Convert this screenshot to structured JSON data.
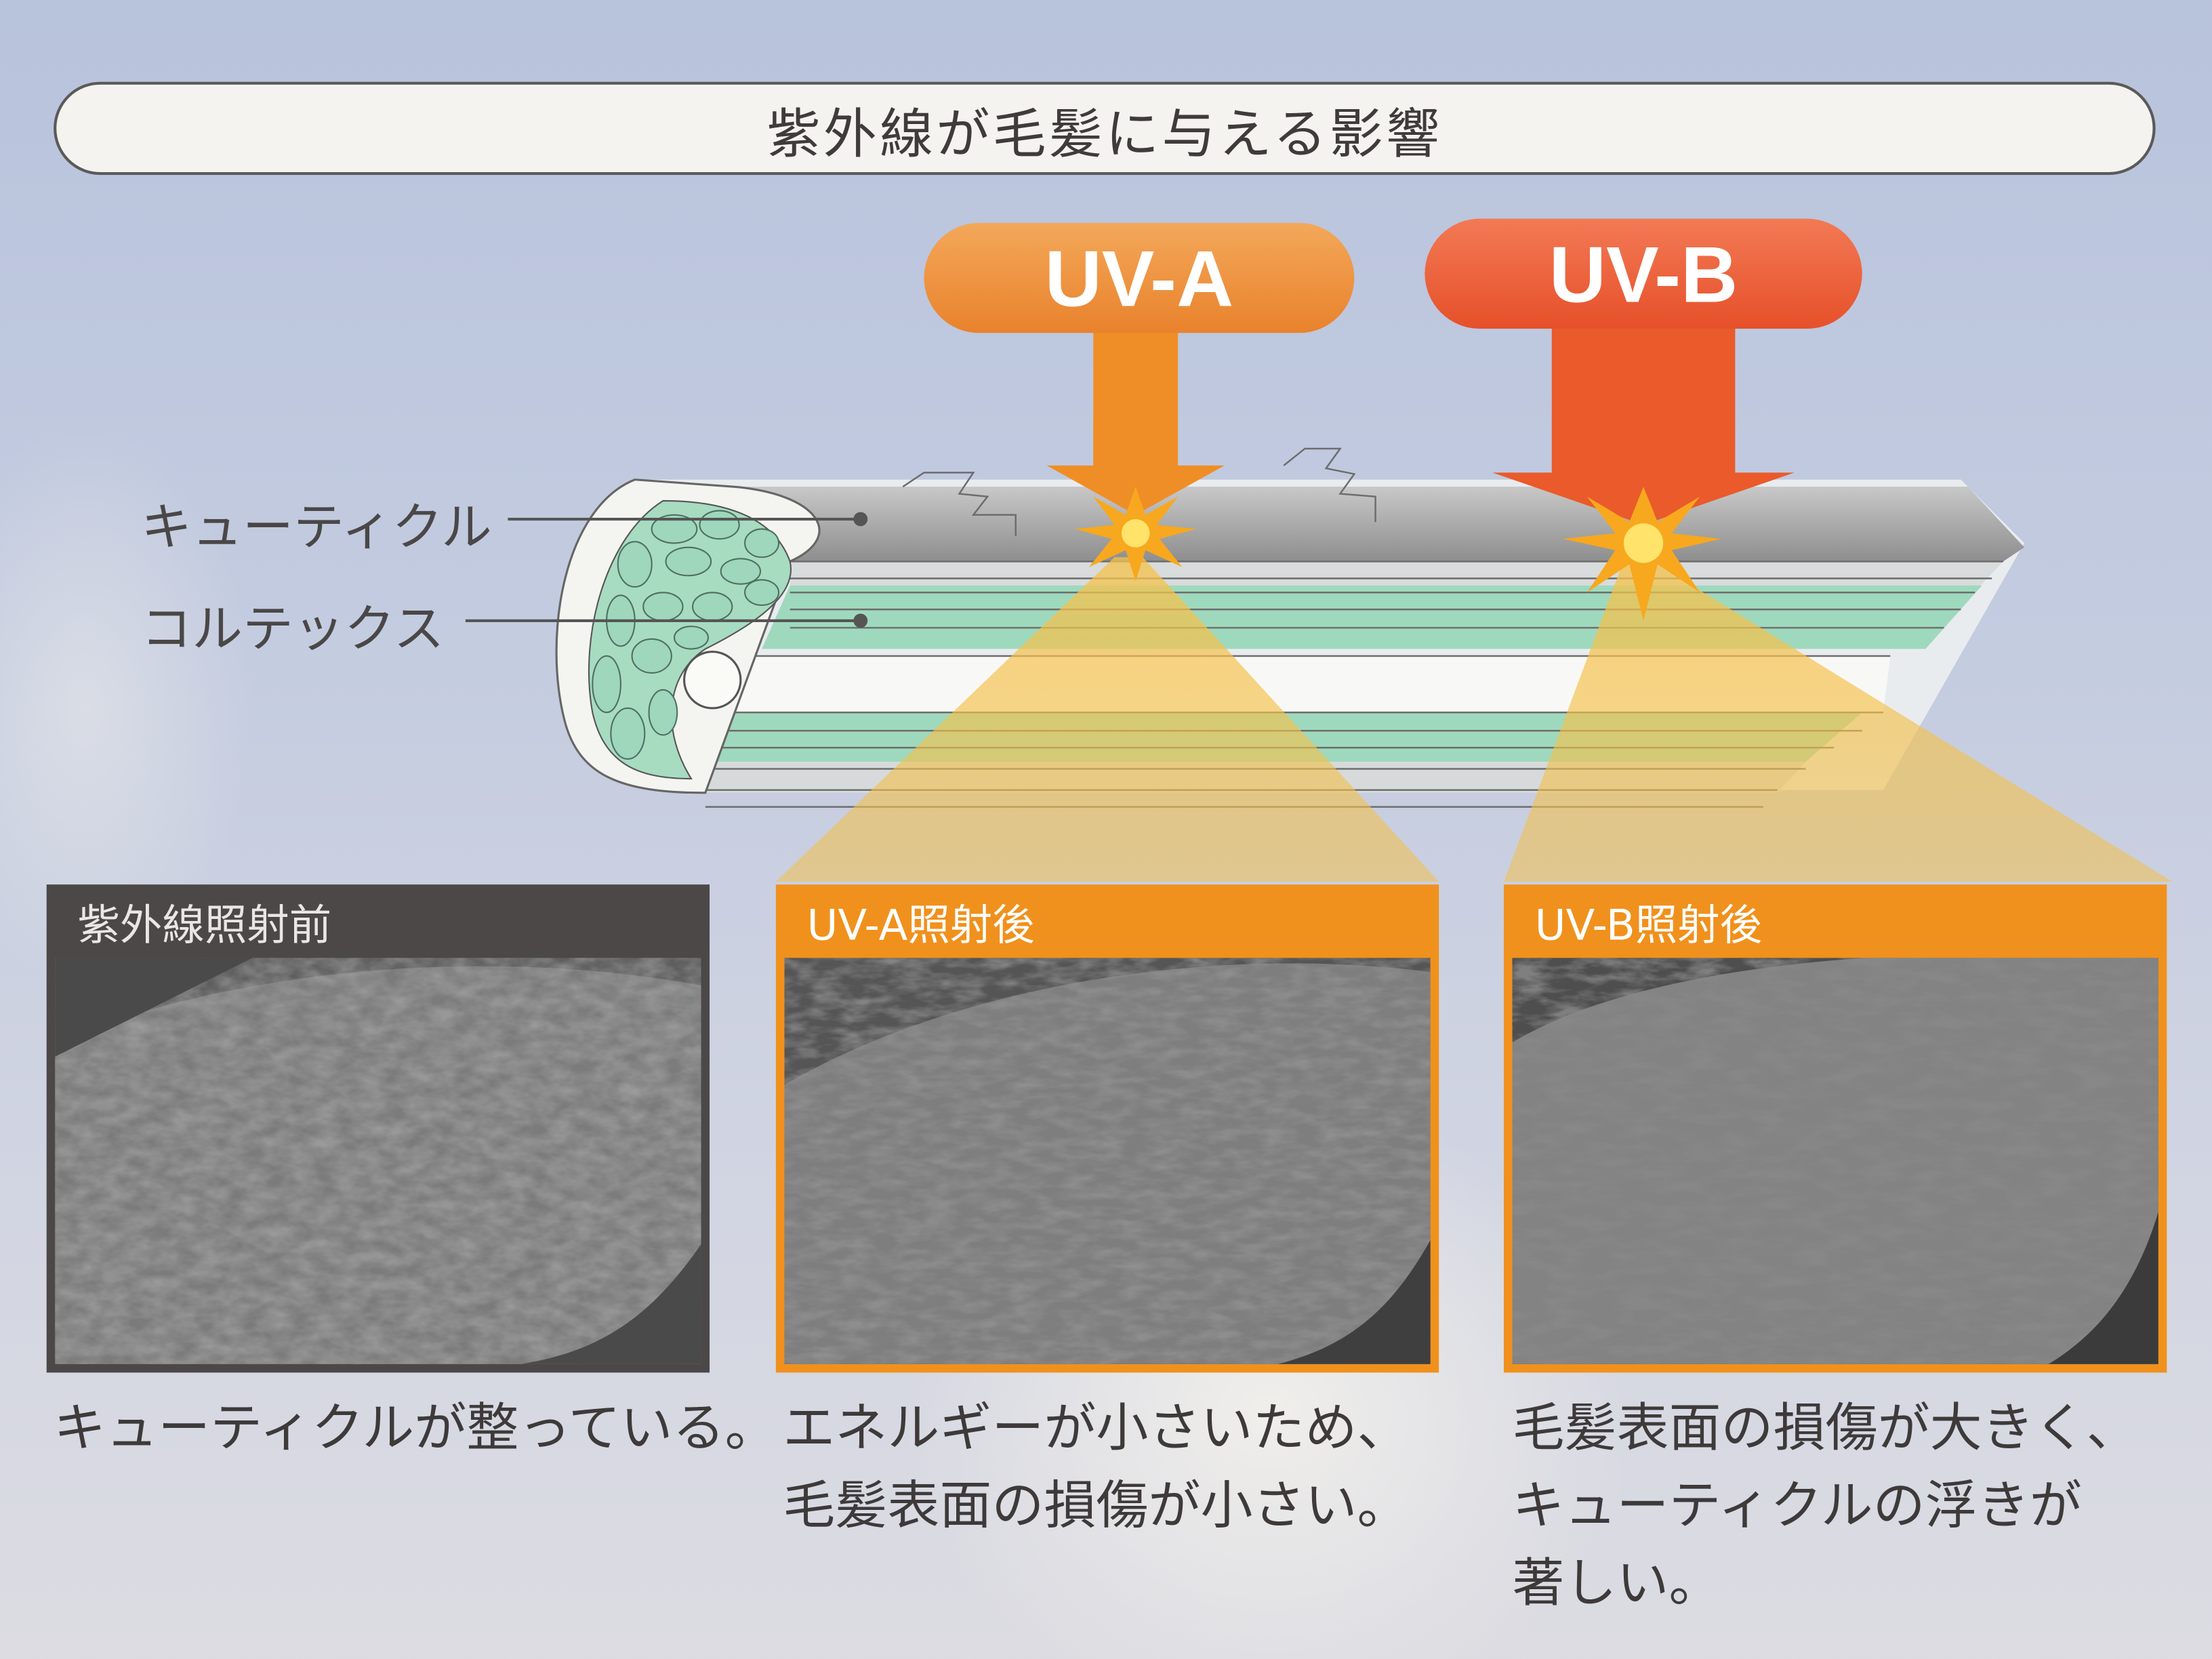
{
  "title": "紫外線が毛髪に与える影響",
  "rays": [
    {
      "label": "UV-A",
      "color": "#ec8a30"
    },
    {
      "label": "UV-B",
      "color": "#e9582e"
    }
  ],
  "diagram_labels": {
    "cuticle": "キューティクル",
    "cortex": "コルテックス"
  },
  "panels": [
    {
      "header": "紫外線照射前",
      "caption_lines": [
        "キューティクルが整っている。"
      ]
    },
    {
      "header": "UV-A照射後",
      "caption_lines": [
        "エネルギーが小さいため、",
        "毛髪表面の損傷が小さい。"
      ]
    },
    {
      "header": "UV-B照射後",
      "caption_lines": [
        "毛髪表面の損傷が大きく、",
        "キューティクルの浮きが",
        "著しい。"
      ]
    }
  ]
}
